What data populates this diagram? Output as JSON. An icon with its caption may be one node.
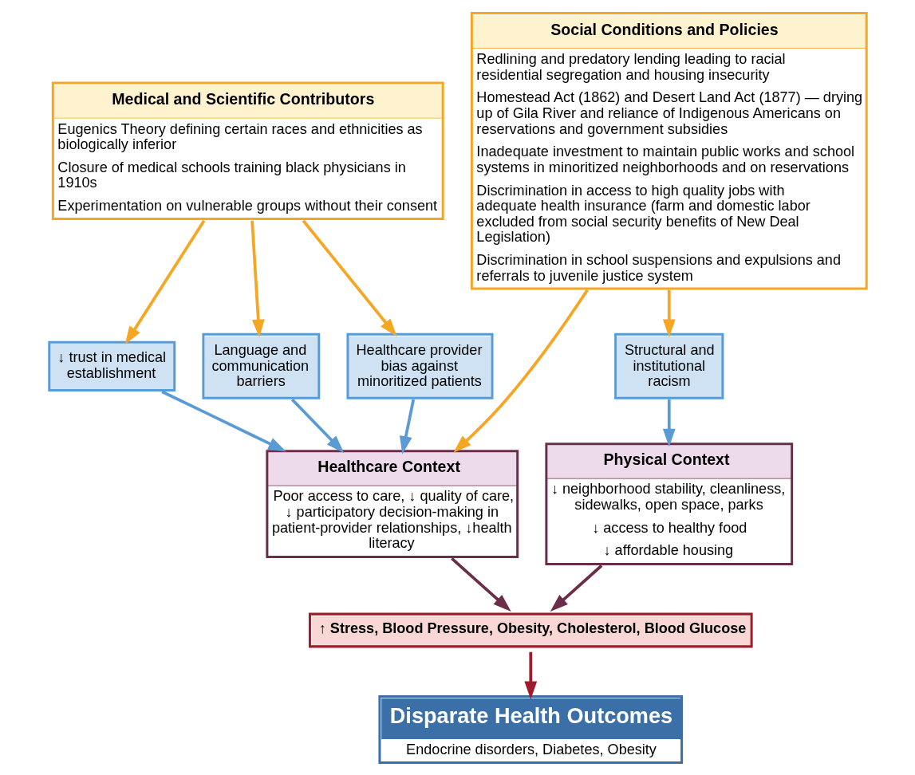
{
  "diagram": {
    "nodes": [
      {
        "text": [
          "Medical and Scientific Contributors",
          "Eugenics Theory defining certain races and ethnicities as biologically inferior",
          "Closure of medical schools training black physicians in 1910s",
          "Experimentation on vulnerable groups without their consent"
        ]
      },
      {
        "text": [
          "Social Conditions and Policies",
          "Redlining and predatory lending leading to racial residential segregation and housing insecurity",
          "Homestead Act (1862) and Desert Land Act (1877) — drying up of Gila River and reliance of Indigenous Americans on reservations and government subsidies",
          "Inadequate investment to maintain public works and school systems in minoritized neighborhoods and on reservations",
          "Discrimination in access to high quality jobs with adequate health insurance (farm and domestic labor excluded from social security benefits of New Deal Legislation)",
          "Discrimination in school suspensions and expulsions and referrals to juvenile justice system"
        ]
      },
      {
        "text": [
          "↓ trust in medical establishment"
        ]
      },
      {
        "text": [
          "Language and communication barriers"
        ]
      },
      {
        "text": [
          "Healthcare provider bias against minoritized patients"
        ]
      },
      {
        "text": [
          "Structural and institutional racism"
        ]
      },
      {
        "text": [
          "Healthcare Context",
          "Poor access to care, ↓ quality of care, ↓ participatory decision-making in patient-provider relationships, ↓health literacy"
        ]
      },
      {
        "text": [
          "Physical Context",
          "↓ neighborhood stability, cleanliness, sidewalks, open space, parks",
          "↓ access to healthy food",
          "↓ affordable housing"
        ]
      },
      {
        "text": [
          "↑ Stress, Blood Pressure, Obesity, Cholesterol, Blood Glucose"
        ]
      },
      {
        "text": [
          "Disparate Health Outcomes",
          "Endocrine disorders, Diabetes, Obesity"
        ]
      }
    ],
    "edges": [
      {
        "from": 0,
        "to": 2,
        "arrow": "to",
        "color": "#f5a623"
      },
      {
        "from": 0,
        "to": 3,
        "arrow": "to",
        "color": "#f5a623"
      },
      {
        "from": 0,
        "to": 4,
        "arrow": "to",
        "color": "#f5a623"
      },
      {
        "from": 1,
        "to": 6,
        "arrow": "to",
        "color": "#f5a623"
      },
      {
        "from": 1,
        "to": 5,
        "arrow": "to",
        "color": "#f5a623"
      },
      {
        "from": 2,
        "to": 6,
        "arrow": "to",
        "color": "#5b9bd5"
      },
      {
        "from": 3,
        "to": 6,
        "arrow": "to",
        "color": "#5b9bd5"
      },
      {
        "from": 4,
        "to": 6,
        "arrow": "to",
        "color": "#5b9bd5"
      },
      {
        "from": 5,
        "to": 7,
        "arrow": "to",
        "color": "#5b9bd5"
      },
      {
        "from": 6,
        "to": 8,
        "arrow": "to",
        "color": "#6b2d4a"
      },
      {
        "from": 7,
        "to": 8,
        "arrow": "to",
        "color": "#6b2d4a"
      },
      {
        "from": 8,
        "to": 9,
        "arrow": "to",
        "color": "#a01c2c"
      }
    ]
  }
}
